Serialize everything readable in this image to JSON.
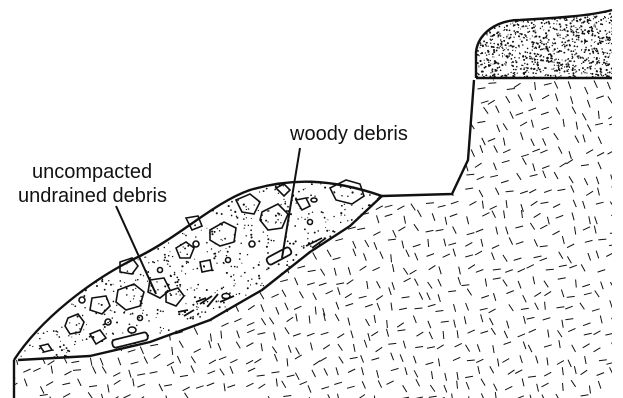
{
  "labels": {
    "woody": "woody debris",
    "uncompacted_line1": "uncompacted",
    "uncompacted_line2": "undrained debris"
  },
  "colors": {
    "ink": "#111111",
    "background": "#ffffff"
  }
}
